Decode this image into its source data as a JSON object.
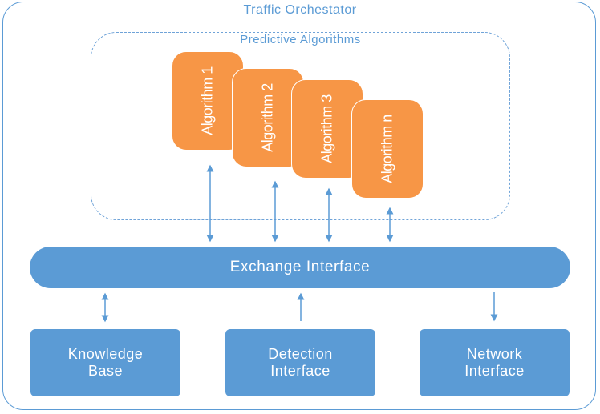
{
  "diagram": {
    "title": "Traffic Orchestator",
    "predictive_group_title": "Predictive Algorithms",
    "algorithms": [
      "Algorithm 1",
      "Algorithm 2",
      "Algorithm 3",
      "Algorithm n"
    ],
    "exchange_interface": "Exchange Interface",
    "components": [
      {
        "line1": "Knowledge",
        "line2": "Base"
      },
      {
        "line1": "Detection",
        "line2": "Interface"
      },
      {
        "line1": "Network",
        "line2": "Interface"
      }
    ],
    "colors": {
      "primary_blue": "#5b9bd5",
      "algorithm_orange": "#f79646",
      "text_on_fill": "#ffffff"
    },
    "connections": [
      {
        "from": "Algorithm 1",
        "to": "Exchange Interface",
        "direction": "bidirectional"
      },
      {
        "from": "Algorithm 2",
        "to": "Exchange Interface",
        "direction": "bidirectional"
      },
      {
        "from": "Algorithm 3",
        "to": "Exchange Interface",
        "direction": "bidirectional"
      },
      {
        "from": "Algorithm n",
        "to": "Exchange Interface",
        "direction": "bidirectional"
      },
      {
        "from": "Knowledge Base",
        "to": "Exchange Interface",
        "direction": "bidirectional"
      },
      {
        "from": "Detection Interface",
        "to": "Exchange Interface",
        "direction": "up"
      },
      {
        "from": "Exchange Interface",
        "to": "Network Interface",
        "direction": "down"
      }
    ]
  }
}
